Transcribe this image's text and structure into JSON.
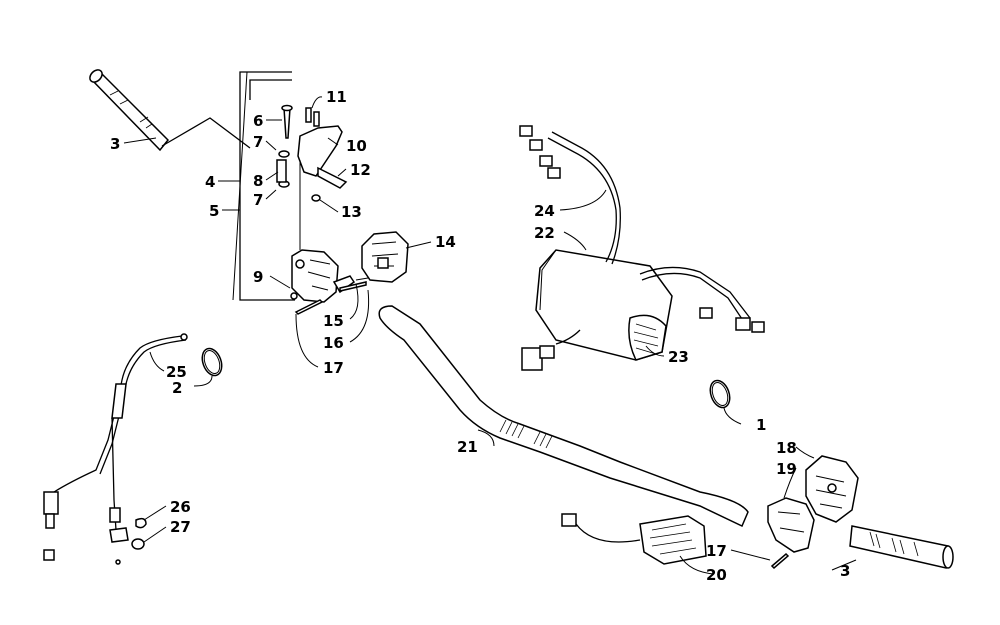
{
  "diagram": {
    "type": "exploded-parts-diagram",
    "background_color": "#ffffff",
    "line_color": "#000000",
    "callouts": [
      {
        "id": "c1",
        "label": "1"
      },
      {
        "id": "c2",
        "label": "2"
      },
      {
        "id": "c3a",
        "label": "3"
      },
      {
        "id": "c3b",
        "label": "3"
      },
      {
        "id": "c4",
        "label": "4"
      },
      {
        "id": "c5",
        "label": "5"
      },
      {
        "id": "c6",
        "label": "6"
      },
      {
        "id": "c7a",
        "label": "7"
      },
      {
        "id": "c7b",
        "label": "7"
      },
      {
        "id": "c8",
        "label": "8"
      },
      {
        "id": "c9",
        "label": "9"
      },
      {
        "id": "c10",
        "label": "10"
      },
      {
        "id": "c11",
        "label": "11"
      },
      {
        "id": "c12",
        "label": "12"
      },
      {
        "id": "c13",
        "label": "13"
      },
      {
        "id": "c14",
        "label": "14"
      },
      {
        "id": "c15",
        "label": "15"
      },
      {
        "id": "c16",
        "label": "16"
      },
      {
        "id": "c17a",
        "label": "17"
      },
      {
        "id": "c17b",
        "label": "17"
      },
      {
        "id": "c18",
        "label": "18"
      },
      {
        "id": "c19",
        "label": "19"
      },
      {
        "id": "c20",
        "label": "20"
      },
      {
        "id": "c21",
        "label": "21"
      },
      {
        "id": "c22",
        "label": "22"
      },
      {
        "id": "c23",
        "label": "23"
      },
      {
        "id": "c24",
        "label": "24"
      },
      {
        "id": "c25",
        "label": "25"
      },
      {
        "id": "c26",
        "label": "26"
      },
      {
        "id": "c27",
        "label": "27"
      }
    ]
  }
}
